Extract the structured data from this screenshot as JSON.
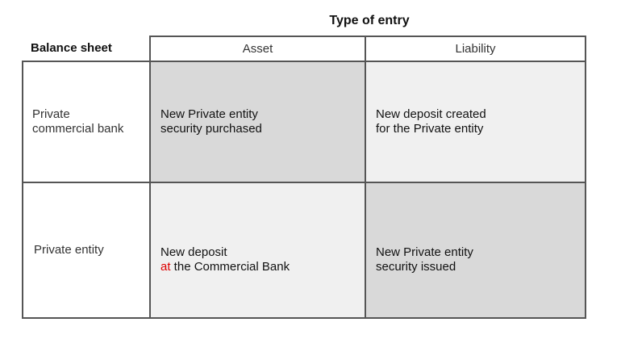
{
  "title": "Type of entry",
  "row_header": "Balance sheet",
  "columns": [
    "Asset",
    "Liability"
  ],
  "rows": [
    {
      "label_line1": "Private",
      "label_line2": "commercial bank",
      "asset_line1": "New Private entity",
      "asset_line2": "security purchased",
      "liability_line1": "New deposit created",
      "liability_line2": "for the Private entity"
    },
    {
      "label": "Private entity",
      "asset_line1": "New deposit",
      "asset_highlight": "at",
      "asset_line2_rest": " the Commercial Bank",
      "liability_line1": "New Private entity",
      "liability_line2": "security issued"
    }
  ],
  "colors": {
    "dark_cell": "#d9d9d9",
    "light_cell": "#f0f0f0",
    "highlight": "#dd0000"
  }
}
